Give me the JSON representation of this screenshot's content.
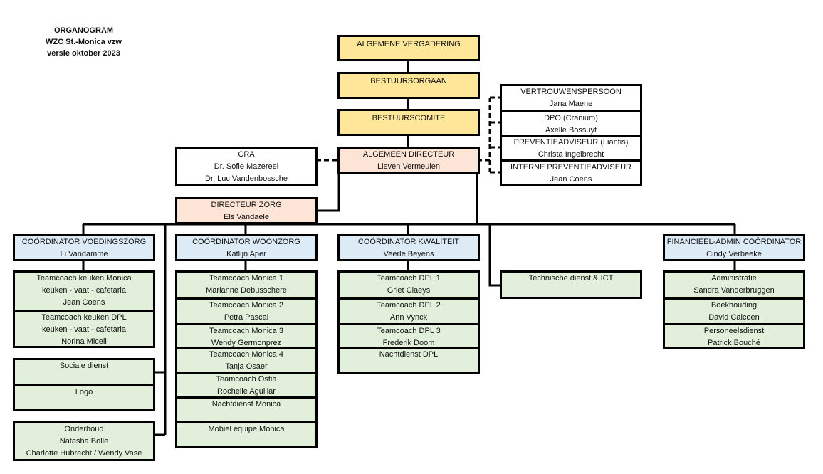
{
  "header": {
    "title": "ORGANOGRAM",
    "org": "WZC St.-Monica vzw",
    "version": "versie oktober 2023"
  },
  "governance": {
    "general_assembly": "ALGEMENE VERGADERING",
    "board": "BESTUURSORGAAN",
    "committee": "BESTUURSCOMITE"
  },
  "director": {
    "role": "ALGEMEEN DIRECTEUR",
    "name": "Lieven Vermeulen"
  },
  "cra": {
    "role": "CRA",
    "names": [
      "Dr. Sofie Mazereel",
      "Dr. Luc Vandenbossche"
    ]
  },
  "advisors": [
    {
      "role": "VERTROUWENSPERSOON",
      "name": "Jana Maene"
    },
    {
      "role": "DPO (Cranium)",
      "name": "Axelle Bossuyt"
    },
    {
      "role": "PREVENTIEADVISEUR (Liantis)",
      "name": "Christa Ingelbrecht"
    },
    {
      "role": "INTERNE PREVENTIEADVISEUR",
      "name": "Jean Coens"
    }
  ],
  "care_director": {
    "role": "DIRECTEUR ZORG",
    "name": "Els Vandaele"
  },
  "coordinators": {
    "food": {
      "role": "COÖRDINATOR VOEDINGSZORG",
      "name": "Li Vandamme"
    },
    "living": {
      "role": "COÖRDINATOR WOONZORG",
      "name": "Katlijn Aper"
    },
    "quality": {
      "role": "COÖRDINATOR KWALITEIT",
      "name": "Veerle Beyens"
    },
    "finance": {
      "role": "FINANCIEEL-ADMIN COÖRDINATOR",
      "name": "Cindy Verbeeke"
    }
  },
  "food_teams": [
    {
      "lines": [
        "Teamcoach keuken Monica",
        "keuken - vaat - cafetaria",
        "Jean Coens"
      ]
    },
    {
      "lines": [
        "Teamcoach keuken DPL",
        "keuken - vaat - cafetaria",
        "Norina Miceli"
      ]
    }
  ],
  "services": [
    {
      "lines": [
        "Sociale dienst"
      ]
    },
    {
      "lines": [
        "Logo"
      ]
    }
  ],
  "maintenance": {
    "lines": [
      "Onderhoud",
      "Natasha Bolle",
      "Charlotte Hubrecht / Wendy Vase"
    ]
  },
  "living_teams": [
    {
      "lines": [
        "Teamcoach Monica 1",
        "Marianne Debusschere"
      ]
    },
    {
      "lines": [
        "Teamcoach Monica 2",
        "Petra Pascal"
      ]
    },
    {
      "lines": [
        "Teamcoach Monica 3",
        "Wendy Germonprez"
      ]
    },
    {
      "lines": [
        "Teamcoach Monica 4",
        "Tanja Osaer"
      ]
    },
    {
      "lines": [
        "Teamcoach Ostia",
        "Rochelle Aguillar"
      ]
    },
    {
      "lines": [
        "Nachtdienst Monica"
      ]
    },
    {
      "lines": [
        "Mobiel equipe Monica"
      ]
    }
  ],
  "quality_teams": [
    {
      "lines": [
        "Teamcoach DPL 1",
        "Griet Claeys"
      ]
    },
    {
      "lines": [
        "Teamcoach DPL 2",
        "Ann Vynck"
      ]
    },
    {
      "lines": [
        "Teamcoach DPL 3",
        "Frederik Doom"
      ]
    },
    {
      "lines": [
        "Nachtdienst DPL"
      ]
    }
  ],
  "technical": {
    "lines": [
      "Technische dienst & ICT"
    ]
  },
  "finance_teams": [
    {
      "lines": [
        "Administratie",
        "Sandra Vanderbruggen"
      ]
    },
    {
      "lines": [
        "Boekhouding",
        "David Calcoen"
      ]
    },
    {
      "lines": [
        "Personeelsdienst",
        "Patrick Bouché"
      ]
    }
  ],
  "colors": {
    "governance": "#ffe699",
    "director": "#fce4d6",
    "coordinator": "#ddebf7",
    "team": "#e2efda",
    "outline": "#000000"
  }
}
